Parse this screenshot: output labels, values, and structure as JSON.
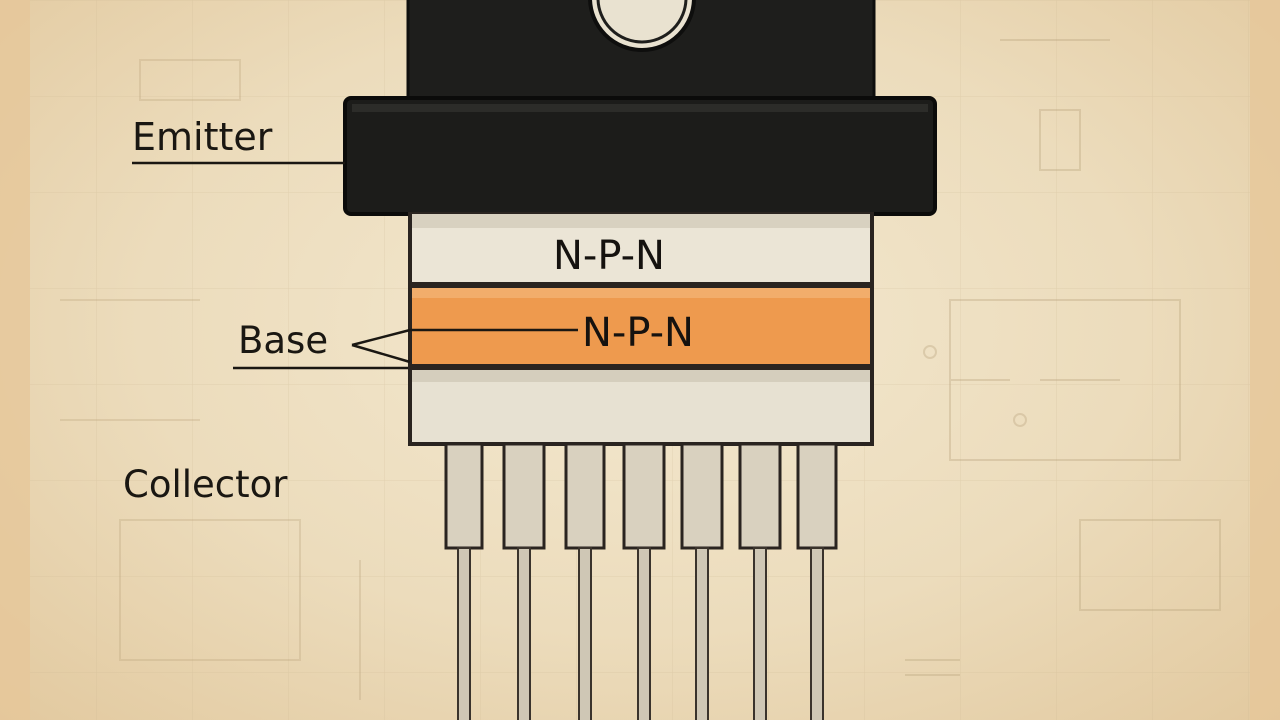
{
  "diagram": {
    "labels": {
      "emitter": "Emitter",
      "base": "Base",
      "collector": "Collector"
    },
    "layers": {
      "top_text": "N-P-N",
      "base_text": "N-P-N"
    },
    "pin_count": 7,
    "colors": {
      "background": "#efe2c6",
      "package": "#1c1c1a",
      "layer_light": "#ebe5d6",
      "layer_base": "#ee9a4e",
      "pin": "#d9d1bf",
      "ink": "#1a1712"
    }
  }
}
